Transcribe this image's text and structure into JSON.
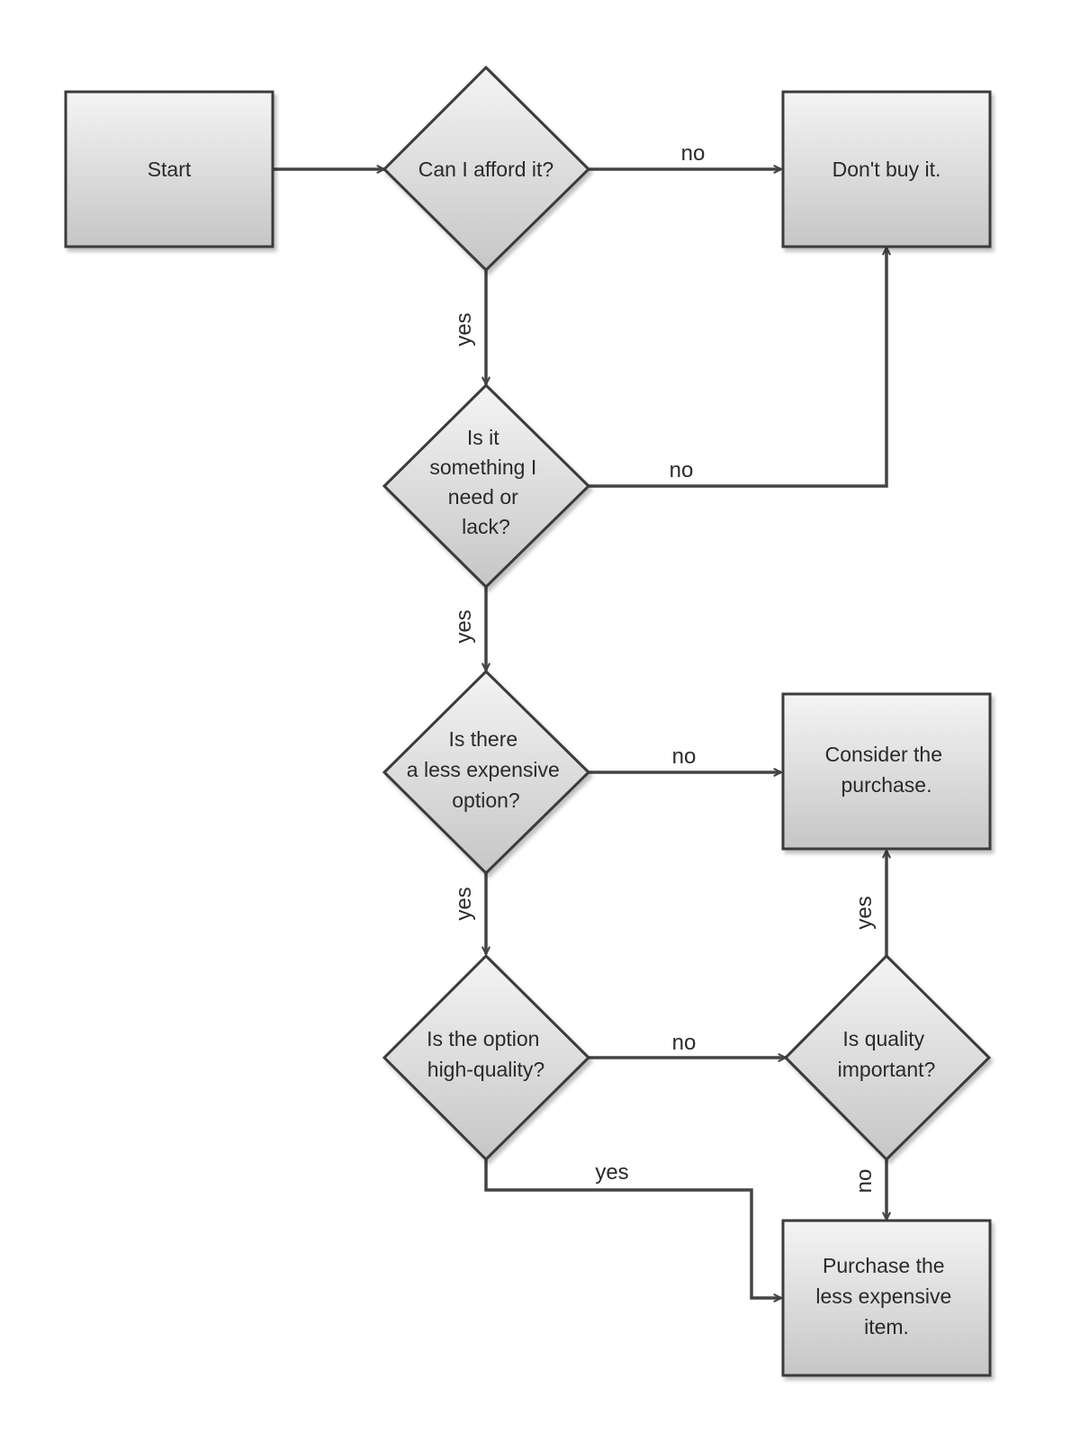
{
  "nodes": {
    "start": {
      "lines": [
        "Start"
      ]
    },
    "afford": {
      "lines": [
        "Can I afford it?"
      ]
    },
    "dont_buy": {
      "lines": [
        "Don't buy it."
      ]
    },
    "need": {
      "lines": [
        "Is it",
        "something I",
        "need or",
        "lack?"
      ]
    },
    "less_expensive": {
      "lines": [
        "Is there",
        "a less expensive",
        "option?"
      ]
    },
    "consider": {
      "lines": [
        "Consider the",
        "purchase."
      ]
    },
    "high_quality": {
      "lines": [
        "Is the option",
        "high-quality?"
      ]
    },
    "quality_important": {
      "lines": [
        "Is quality",
        "important?"
      ]
    },
    "purchase_less": {
      "lines": [
        "Purchase the",
        "less expensive",
        "item."
      ]
    }
  },
  "edges": {
    "start_to_afford": "",
    "afford_no": "no",
    "afford_yes": "yes",
    "need_no": "no",
    "need_yes": "yes",
    "less_no": "no",
    "less_yes": "yes",
    "quality_no": "no",
    "quality_yes": "yes",
    "important_yes": "yes",
    "important_no": "no"
  }
}
